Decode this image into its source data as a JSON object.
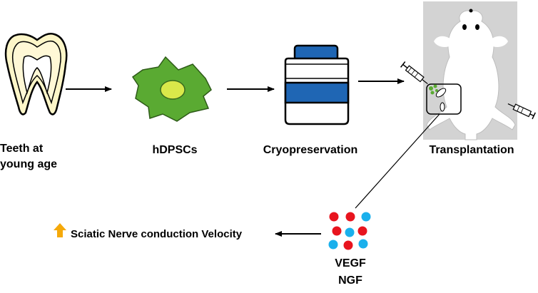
{
  "steps": [
    {
      "id": "teeth",
      "label_lines": [
        "Teeth at",
        "young age"
      ]
    },
    {
      "id": "hdpscs",
      "label_lines": [
        "hDPSCs"
      ]
    },
    {
      "id": "cryo",
      "label_lines": [
        "Cryopreservation"
      ]
    },
    {
      "id": "transplant",
      "label_lines": [
        "Transplantation"
      ]
    }
  ],
  "factors": {
    "vegf": "VEGF",
    "ngf": "NGF"
  },
  "outcome": {
    "label": "Sciatic Nerve conduction Velocity",
    "direction": "up"
  },
  "colors": {
    "tooth_fill": "#fdf6c8",
    "cell_fill": "#5aaa32",
    "nucleus_fill": "#d9e84a",
    "vial_blue": "#1f66b4",
    "mouse_background": "#d3d3d3",
    "dot_red": "#e8141e",
    "dot_blue": "#1ab0ec",
    "up_arrow": "#f5a90a"
  }
}
